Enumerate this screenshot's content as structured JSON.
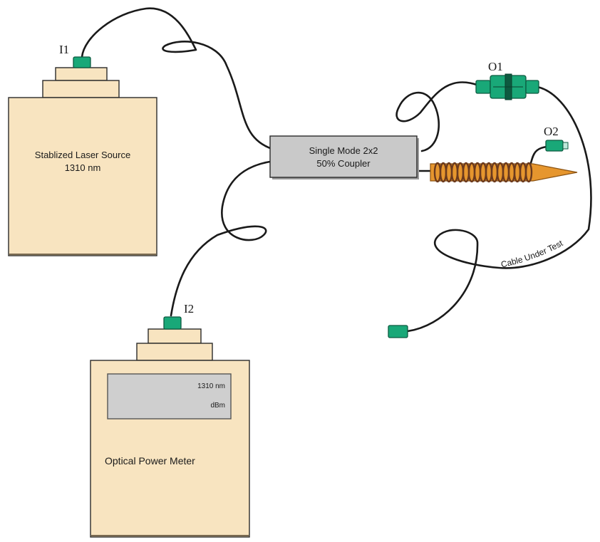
{
  "connectors": {
    "i1": "I1",
    "i2": "I2",
    "o1": "O1",
    "o2": "O2"
  },
  "laser_source": {
    "line1": "Stablized Laser Source",
    "line2": "1310 nm"
  },
  "coupler": {
    "line1": "Single Mode 2x2",
    "line2": "50% Coupler"
  },
  "power_meter": {
    "label": "Optical Power Meter",
    "display_wavelength": "1310 nm",
    "display_unit": "dBm"
  },
  "cable_label": "Cable Under Test",
  "colors": {
    "device_body": "#f8e4c0",
    "coupler_body": "#c9c9c9",
    "connector": "#19a878",
    "mandrel": "#e6962e",
    "mandrel_coil": "#6b3a1e"
  }
}
